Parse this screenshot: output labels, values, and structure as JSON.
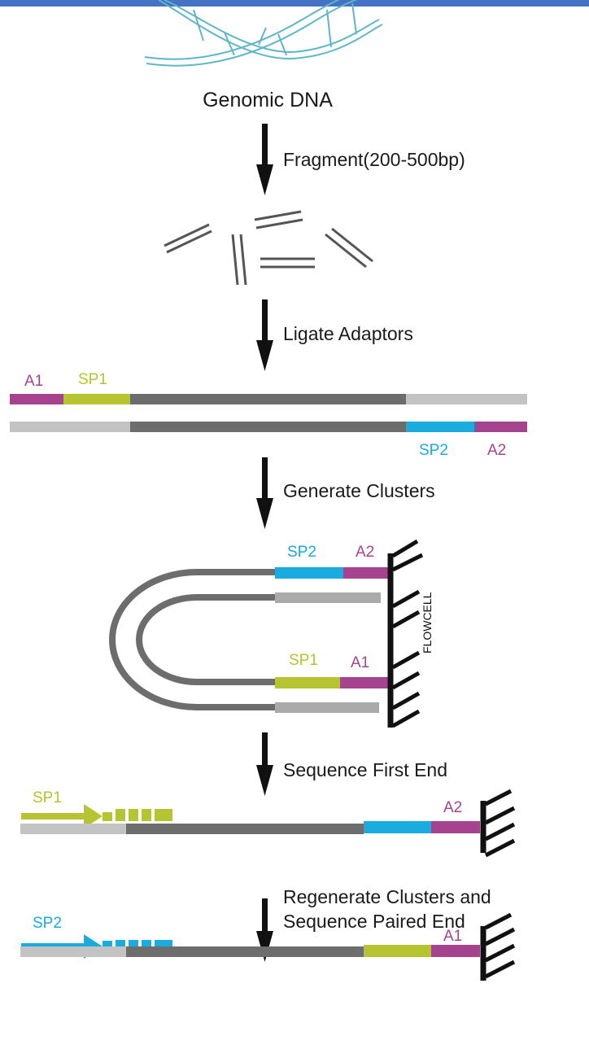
{
  "colors": {
    "header_bar": "#4472c4",
    "adaptor_A": "#a5438f",
    "primer_SP1": "#b5c430",
    "primer_SP2": "#1aabdf",
    "insert": "#6d6d6d",
    "complement": "#c3c3c3",
    "dna": "#5fb6c6",
    "flowcell": "#111111"
  },
  "genomic_dna": {
    "title": "Genomic DNA"
  },
  "steps": {
    "fragment": "Fragment(200-500bp)",
    "ligate": "Ligate Adaptors",
    "generate": "Generate Clusters",
    "first_end": "Sequence First End",
    "paired_line1": "Regenerate Clusters and",
    "paired_line2": "Sequence Paired End"
  },
  "ligate_labels": {
    "a1": "A1",
    "sp1": "SP1",
    "sp2": "SP2",
    "a2": "A2"
  },
  "cluster_labels": {
    "sp2": "SP2",
    "a2": "A2",
    "sp1": "SP1",
    "a1": "A1",
    "flowcell": "FLOWCELL"
  },
  "first_end_labels": {
    "sp1": "SP1",
    "a2": "A2"
  },
  "paired_end_labels": {
    "sp2": "SP2",
    "a1": "A1"
  }
}
